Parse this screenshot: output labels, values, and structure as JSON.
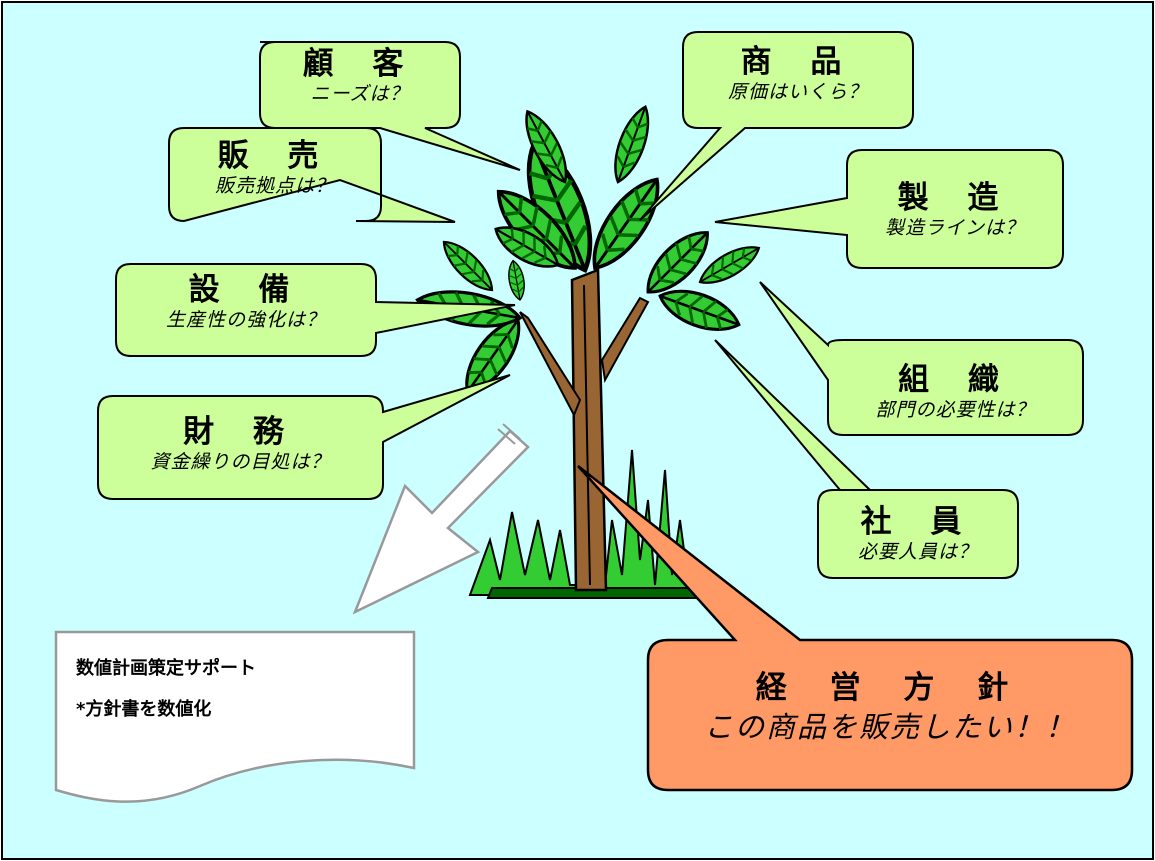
{
  "colors": {
    "background": "#ccffff",
    "bubble_fill": "#ccff99",
    "policy_fill": "#ff9966",
    "leaf_green": "#33cc33",
    "leaf_dark": "#006600",
    "trunk": "#996633"
  },
  "bubbles": {
    "customer": {
      "title": "顧 客",
      "sub": "ニーズは？"
    },
    "product": {
      "title": "商 品",
      "sub": "原価はいくら？"
    },
    "sales": {
      "title": "販 売",
      "sub": "販売拠点は？"
    },
    "manufacturing": {
      "title": "製 造",
      "sub": "製造ラインは？"
    },
    "equipment": {
      "title": "設 備",
      "sub": "生産性の強化は？"
    },
    "organization": {
      "title": "組 織",
      "sub": "部門の必要性は？"
    },
    "finance": {
      "title": "財 務",
      "sub": "資金繰りの目処は？"
    },
    "staff": {
      "title": "社 員",
      "sub": "必要人員は？"
    }
  },
  "document": {
    "line1": "数値計画策定サポート",
    "line2": "*方針書を数値化"
  },
  "policy": {
    "title": "経 営 方 針",
    "sub": "この商品を販売したい！！"
  }
}
